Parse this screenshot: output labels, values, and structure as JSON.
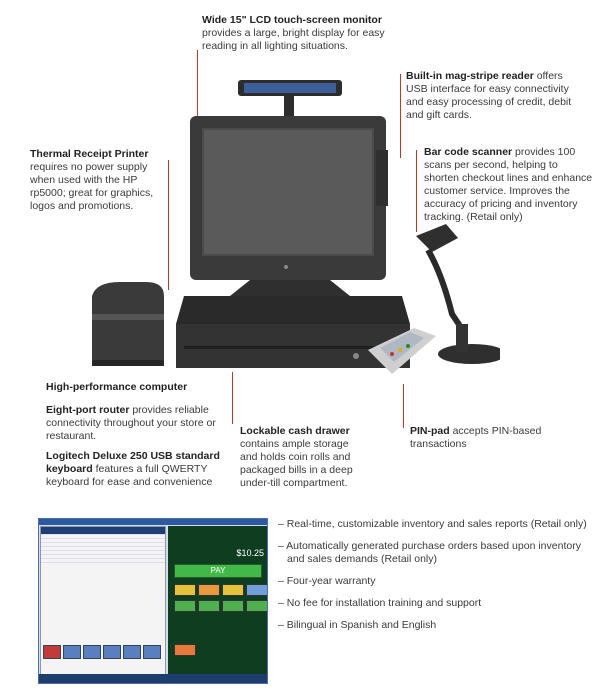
{
  "callouts": {
    "monitor": {
      "title": "Wide 15\" LCD touch-screen monitor",
      "body": "provides a large, bright display for easy reading in all lighting situations."
    },
    "magstripe": {
      "title": "Built-in mag-stripe reader",
      "body": "offers USB interface for easy connectivity and easy processing of credit, debit and gift cards."
    },
    "scanner": {
      "title": "Bar code scanner",
      "body": "provides 100 scans per second, helping to shorten checkout lines and enhance customer service. Improves the accuracy of pricing and inventory tracking. (Retail only)"
    },
    "printer": {
      "title": "Thermal Receipt Printer",
      "body": "requires no power supply when used with the HP rp5000; great for graphics, logos and promotions."
    },
    "computer": {
      "title": "High-performance computer"
    },
    "router": {
      "title": "Eight-port router",
      "body": "provides reliable connectivity throughout your store or restaurant."
    },
    "keyboard": {
      "title": "Logitech Deluxe 250 USB standard keyboard",
      "body": "features a full QWERTY keyboard for ease and convenience"
    },
    "drawer": {
      "title": "Lockable cash drawer",
      "body": "contains ample storage and holds coin rolls and packaged bills in a deep under-till compartment."
    },
    "pinpad": {
      "title": "PIN-pad",
      "body": "accepts PIN-based transactions"
    }
  },
  "features": [
    "– Real-time, customizable inventory and sales reports (Retail only)",
    "– Automatically generated purchase orders based upon inventory and sales demands (Retail only)",
    "– Four-year warranty",
    "– No fee for installation training and support",
    "– Bilingual in Spanish and English"
  ],
  "pos_screen": {
    "total": "$10.25",
    "pay_label": "PAY"
  },
  "colors": {
    "leader": "#c0392b",
    "device": "#3d3d3d",
    "pos_panel": "#0f3d1f",
    "pos_frame": "#4a6fa5"
  }
}
